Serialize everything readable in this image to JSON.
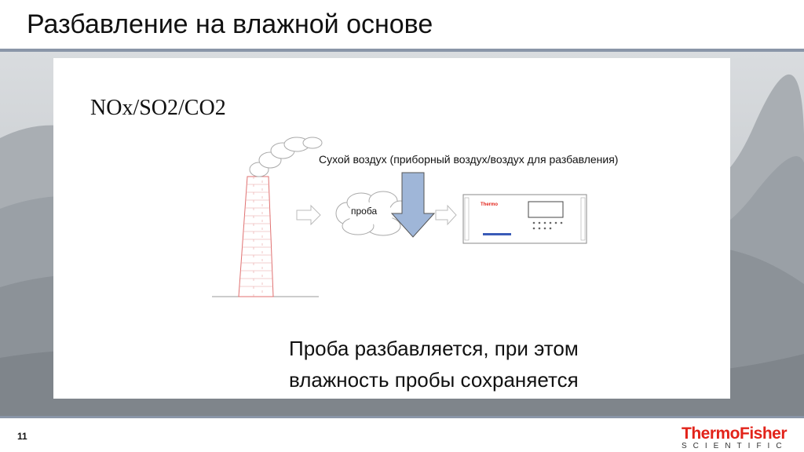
{
  "slide": {
    "title": "Разбавление на влажной основе",
    "page_number": "11"
  },
  "diagram": {
    "gases": "NOx/SO2/CO2",
    "dry_air_label": "Сухой воздух (приборный воздух/воздух для разбавления)",
    "probe_label": "проба",
    "analyzer_brand": "Thermo"
  },
  "caption": {
    "line1": "Проба разбавляется, при этом",
    "line2": "влажность пробы сохраняется"
  },
  "logo": {
    "main": "ThermoFisher",
    "sub": "SCIENTIFIC"
  },
  "colors": {
    "accent_rule": "#8a96a8",
    "arrow_fill": "#9fb6d8",
    "brick": "#e05050",
    "brand_red": "#e2231a"
  }
}
